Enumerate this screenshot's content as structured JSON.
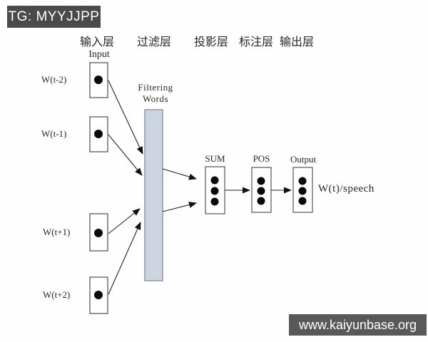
{
  "watermarks": {
    "top_left": "TG: MYYJJPP",
    "bottom_right": "www.kaiyunbase.org"
  },
  "header_layers": [
    {
      "label": "输入层"
    },
    {
      "label": "过滤层"
    },
    {
      "label": "投影层"
    },
    {
      "label": "标注层"
    },
    {
      "label": "输出层"
    }
  ],
  "diagram": {
    "input_column_title": "Input",
    "input_nodes": [
      {
        "label": "W(t-2)"
      },
      {
        "label": "W(t-1)"
      },
      {
        "label": "W(t+1)"
      },
      {
        "label": "W(t+2)"
      }
    ],
    "filter_bar": {
      "label_line1": "Filtering",
      "label_line2": "Words"
    },
    "sum_label": "SUM",
    "pos_label": "POS",
    "output_label": "Output",
    "result_label": "W(t)/speech"
  },
  "colors": {
    "badge_top_bg": "#4a4a4a",
    "badge_bottom_bg": "#595959",
    "filter_bar_fill": "#cdd5e0",
    "filter_bar_stroke": "#8f979f",
    "box_stroke": "#4d4d4d",
    "dot_fill": "#0a0a0a",
    "arrow_color": "#222222"
  }
}
